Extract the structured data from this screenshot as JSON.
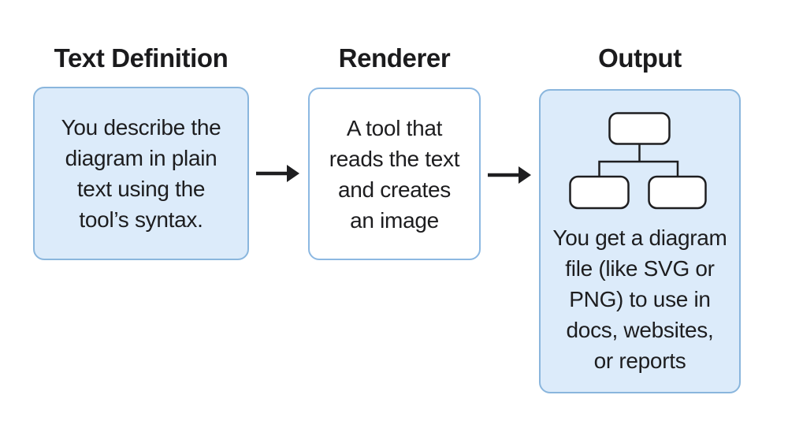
{
  "page": {
    "background": "#ffffff"
  },
  "colors": {
    "box_fill_blue": "#dcebfa",
    "box_fill_white": "#ffffff",
    "box_border_blue": "#8ab6dd",
    "heading_text": "#1b1b1d",
    "body_text": "#1d1d1f",
    "arrow_stroke": "#1e1e20",
    "tree_node_fill": "#ffffff",
    "tree_node_stroke": "#1e1e20"
  },
  "columns": [
    {
      "id": "text-definition",
      "title": "Text Definition",
      "body": "You describe the\ndiagram in plain\ntext using the\ntool’s syntax.",
      "box_style": "filled-blue"
    },
    {
      "id": "renderer",
      "title": "Renderer",
      "body": "A tool that\nreads the text\nand creates\nan image",
      "box_style": "outlined-white"
    },
    {
      "id": "output",
      "title": "Output",
      "icon": "org-chart-icon",
      "body": "You get a diagram\nfile (like SVG or\nPNG) to use in\ndocs, websites,\nor reports",
      "box_style": "filled-blue"
    }
  ],
  "arrows": [
    {
      "icon": "arrow-right-icon",
      "from": "text-definition",
      "to": "renderer"
    },
    {
      "icon": "arrow-right-icon",
      "from": "renderer",
      "to": "output"
    }
  ]
}
